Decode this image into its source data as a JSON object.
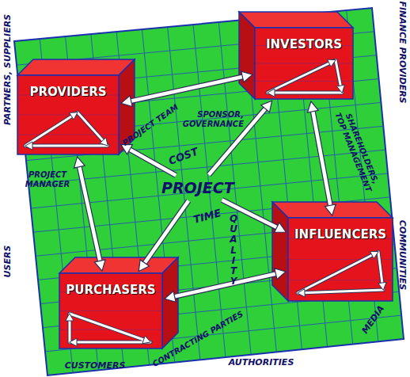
{
  "diagram": {
    "nodes": [
      {
        "text": [
          "PROVIDERS"
        ]
      },
      {
        "text": [
          "INVESTORS"
        ]
      },
      {
        "text": [
          "PROJECT"
        ]
      },
      {
        "text": [
          "PURCHASERS"
        ]
      },
      {
        "text": [
          "INFLUENCERS"
        ]
      }
    ],
    "edges": [
      {
        "from": 0,
        "to": 1,
        "arrow": "both"
      },
      {
        "from": 0,
        "to": 3,
        "arrow": "both"
      },
      {
        "from": 1,
        "to": 4,
        "arrow": "both"
      },
      {
        "from": 3,
        "to": 4,
        "arrow": "both"
      },
      {
        "from": 2,
        "to": 0,
        "arrow": "to"
      },
      {
        "from": 2,
        "to": 1,
        "arrow": "to"
      },
      {
        "from": 2,
        "to": 3,
        "arrow": "to"
      },
      {
        "from": 2,
        "to": 4,
        "arrow": "to"
      }
    ],
    "labels": [
      "PARTNERS, SUPPLIERS",
      "FINANCE PROVIDERS",
      "PROJECT TEAM",
      "PROJECT MANAGER",
      "SPONSOR, GOVERNANCE",
      "SHAREHOLDERS, TOP MANAGEMENT",
      "COST",
      "TIME",
      "QUALITY",
      "USERS",
      "COMMUNITIES",
      "MEDIA",
      "CONTRACTING PARTIES",
      "CUSTOMERS",
      "AUTHORITIES"
    ]
  }
}
